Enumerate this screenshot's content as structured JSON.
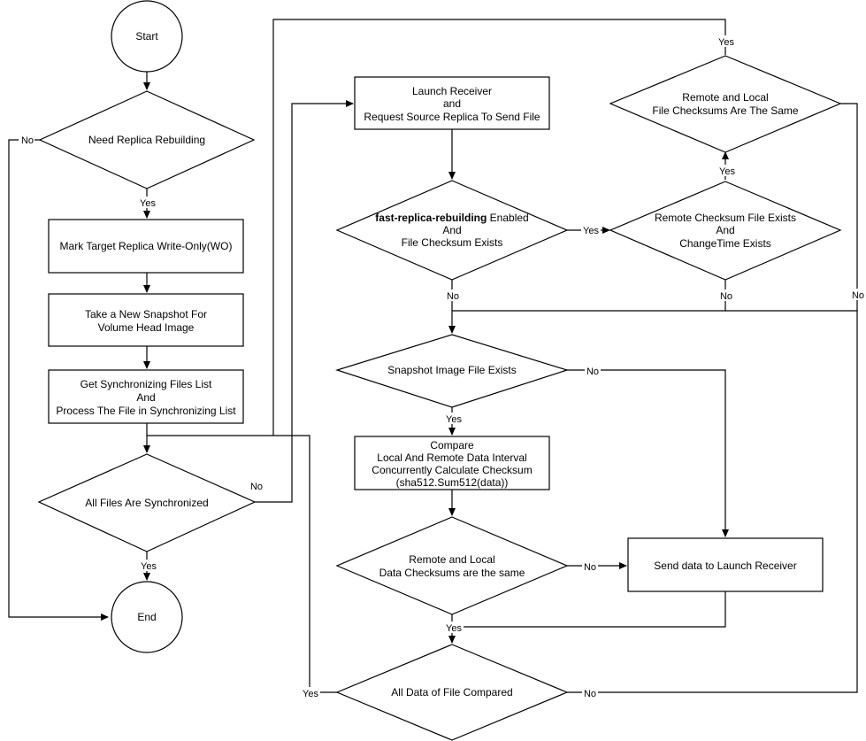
{
  "nodes": {
    "start": [
      "Start"
    ],
    "need_rebuild": [
      "Need Replica Rebuilding"
    ],
    "mark_wo": [
      "Mark Target Replica Write-Only(WO)"
    ],
    "snapshot": [
      "Take a New Snapshot For",
      "Volume Head Image"
    ],
    "sync_list": [
      "Get Synchronizing Files List",
      "And",
      "Process The File in Synchronizing List"
    ],
    "all_synced": [
      "All Files Are Synchronized"
    ],
    "end": [
      "End"
    ],
    "launch_receiver": [
      "Launch Receiver",
      "and",
      "Request Source Replica To Send File"
    ],
    "fast_rebuild": {
      "bold": "fast-replica-rebuilding",
      "rest": " Enabled",
      "lines": [
        "And",
        "File Checksum Exists"
      ]
    },
    "remote_checksum_file": [
      "Remote Checksum File Exists",
      "And",
      "ChangeTime Exists"
    ],
    "file_checksums_same": [
      "Remote and Local",
      "File Checksums Are The Same"
    ],
    "snapshot_exists": [
      "Snapshot Image File Exists"
    ],
    "compare": [
      "Compare",
      "Local And Remote Data Interval",
      "Concurrently Calculate Checksum",
      "(sha512.Sum512(data))"
    ],
    "data_checksums_same": [
      "Remote and Local",
      "Data Checksums are the same"
    ],
    "send_data": [
      "Send data to Launch Receiver"
    ],
    "all_data_compared": [
      "All Data of File Compared"
    ]
  },
  "edge_labels": {
    "yes": "Yes",
    "no": "No"
  }
}
